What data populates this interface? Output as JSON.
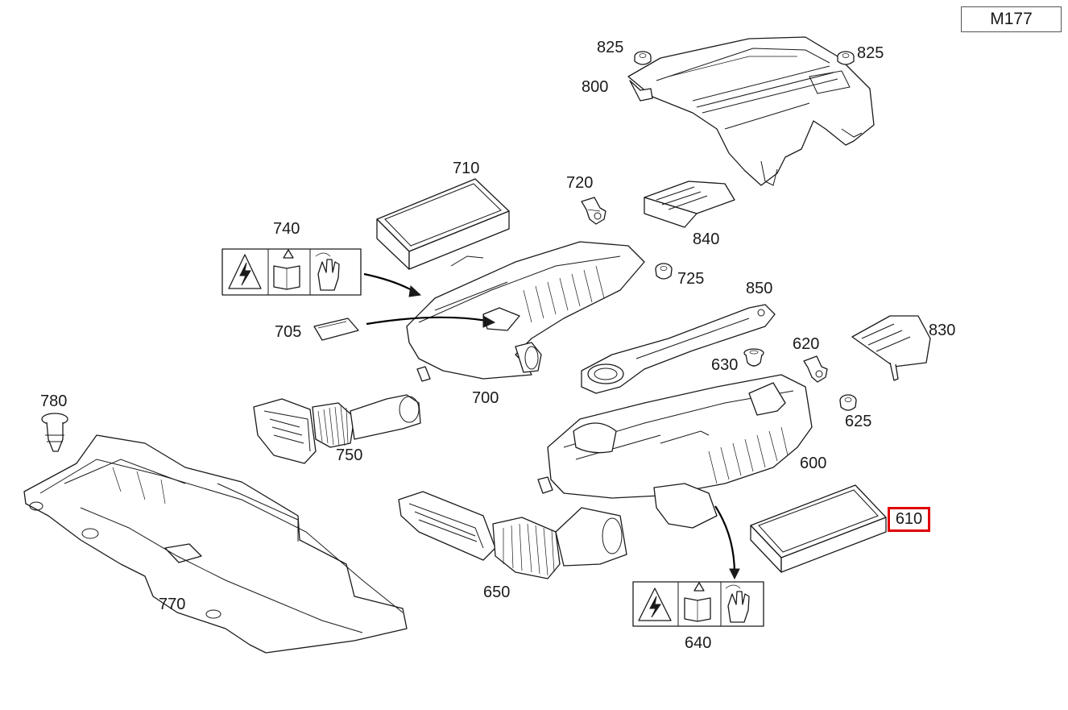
{
  "model_code": "M177",
  "callouts": {
    "c825a": "825",
    "c825b": "825",
    "c800": "800",
    "c710": "710",
    "c720": "720",
    "c840": "840",
    "c740": "740",
    "c725": "725",
    "c850": "850",
    "c705": "705",
    "c830": "830",
    "c620": "620",
    "c630": "630",
    "c700": "700",
    "c780": "780",
    "c625": "625",
    "c750": "750",
    "c600": "600",
    "c610": "610",
    "c650": "650",
    "c770": "770",
    "c640": "640"
  },
  "highlighted_part": "610",
  "highlight_color": "#e00000",
  "icons": [
    "high-voltage-warning-icon",
    "read-manual-icon",
    "electric-shock-hand-icon"
  ],
  "text_colors": {
    "ink": "#1a1a1a",
    "frame": "#555555"
  }
}
